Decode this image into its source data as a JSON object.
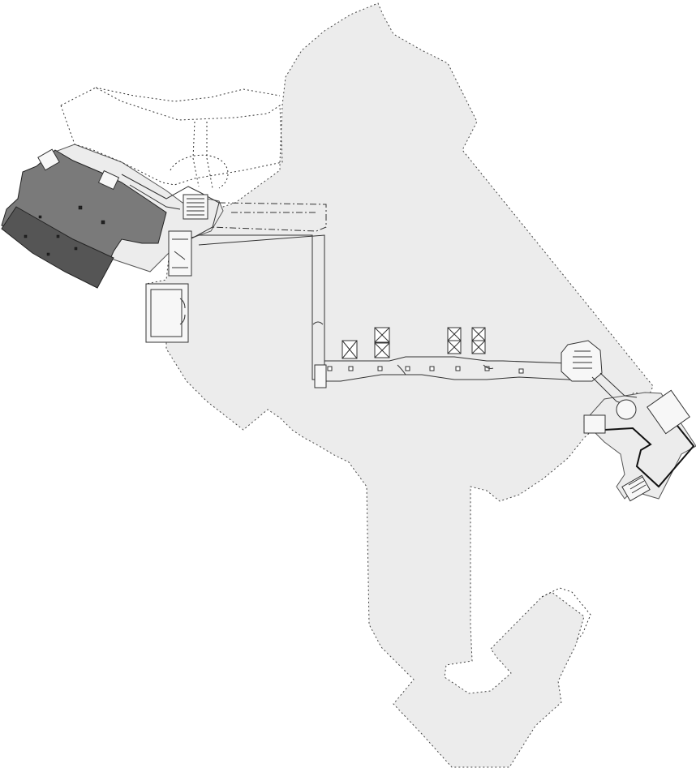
{
  "map": {
    "type": "building floor plan",
    "colors": {
      "site_fill": "#ececec",
      "building_dark": "#7a7a7a",
      "building_darker": "#555555",
      "walls": "#333333",
      "background": "#ffffff"
    },
    "layers": [
      "site-boundary-dotted",
      "dashdot-outline",
      "shaded-building-northwest",
      "corridor-walls",
      "elevator-cores",
      "stair-blocks",
      "southeast-wing",
      "south-wing"
    ]
  }
}
